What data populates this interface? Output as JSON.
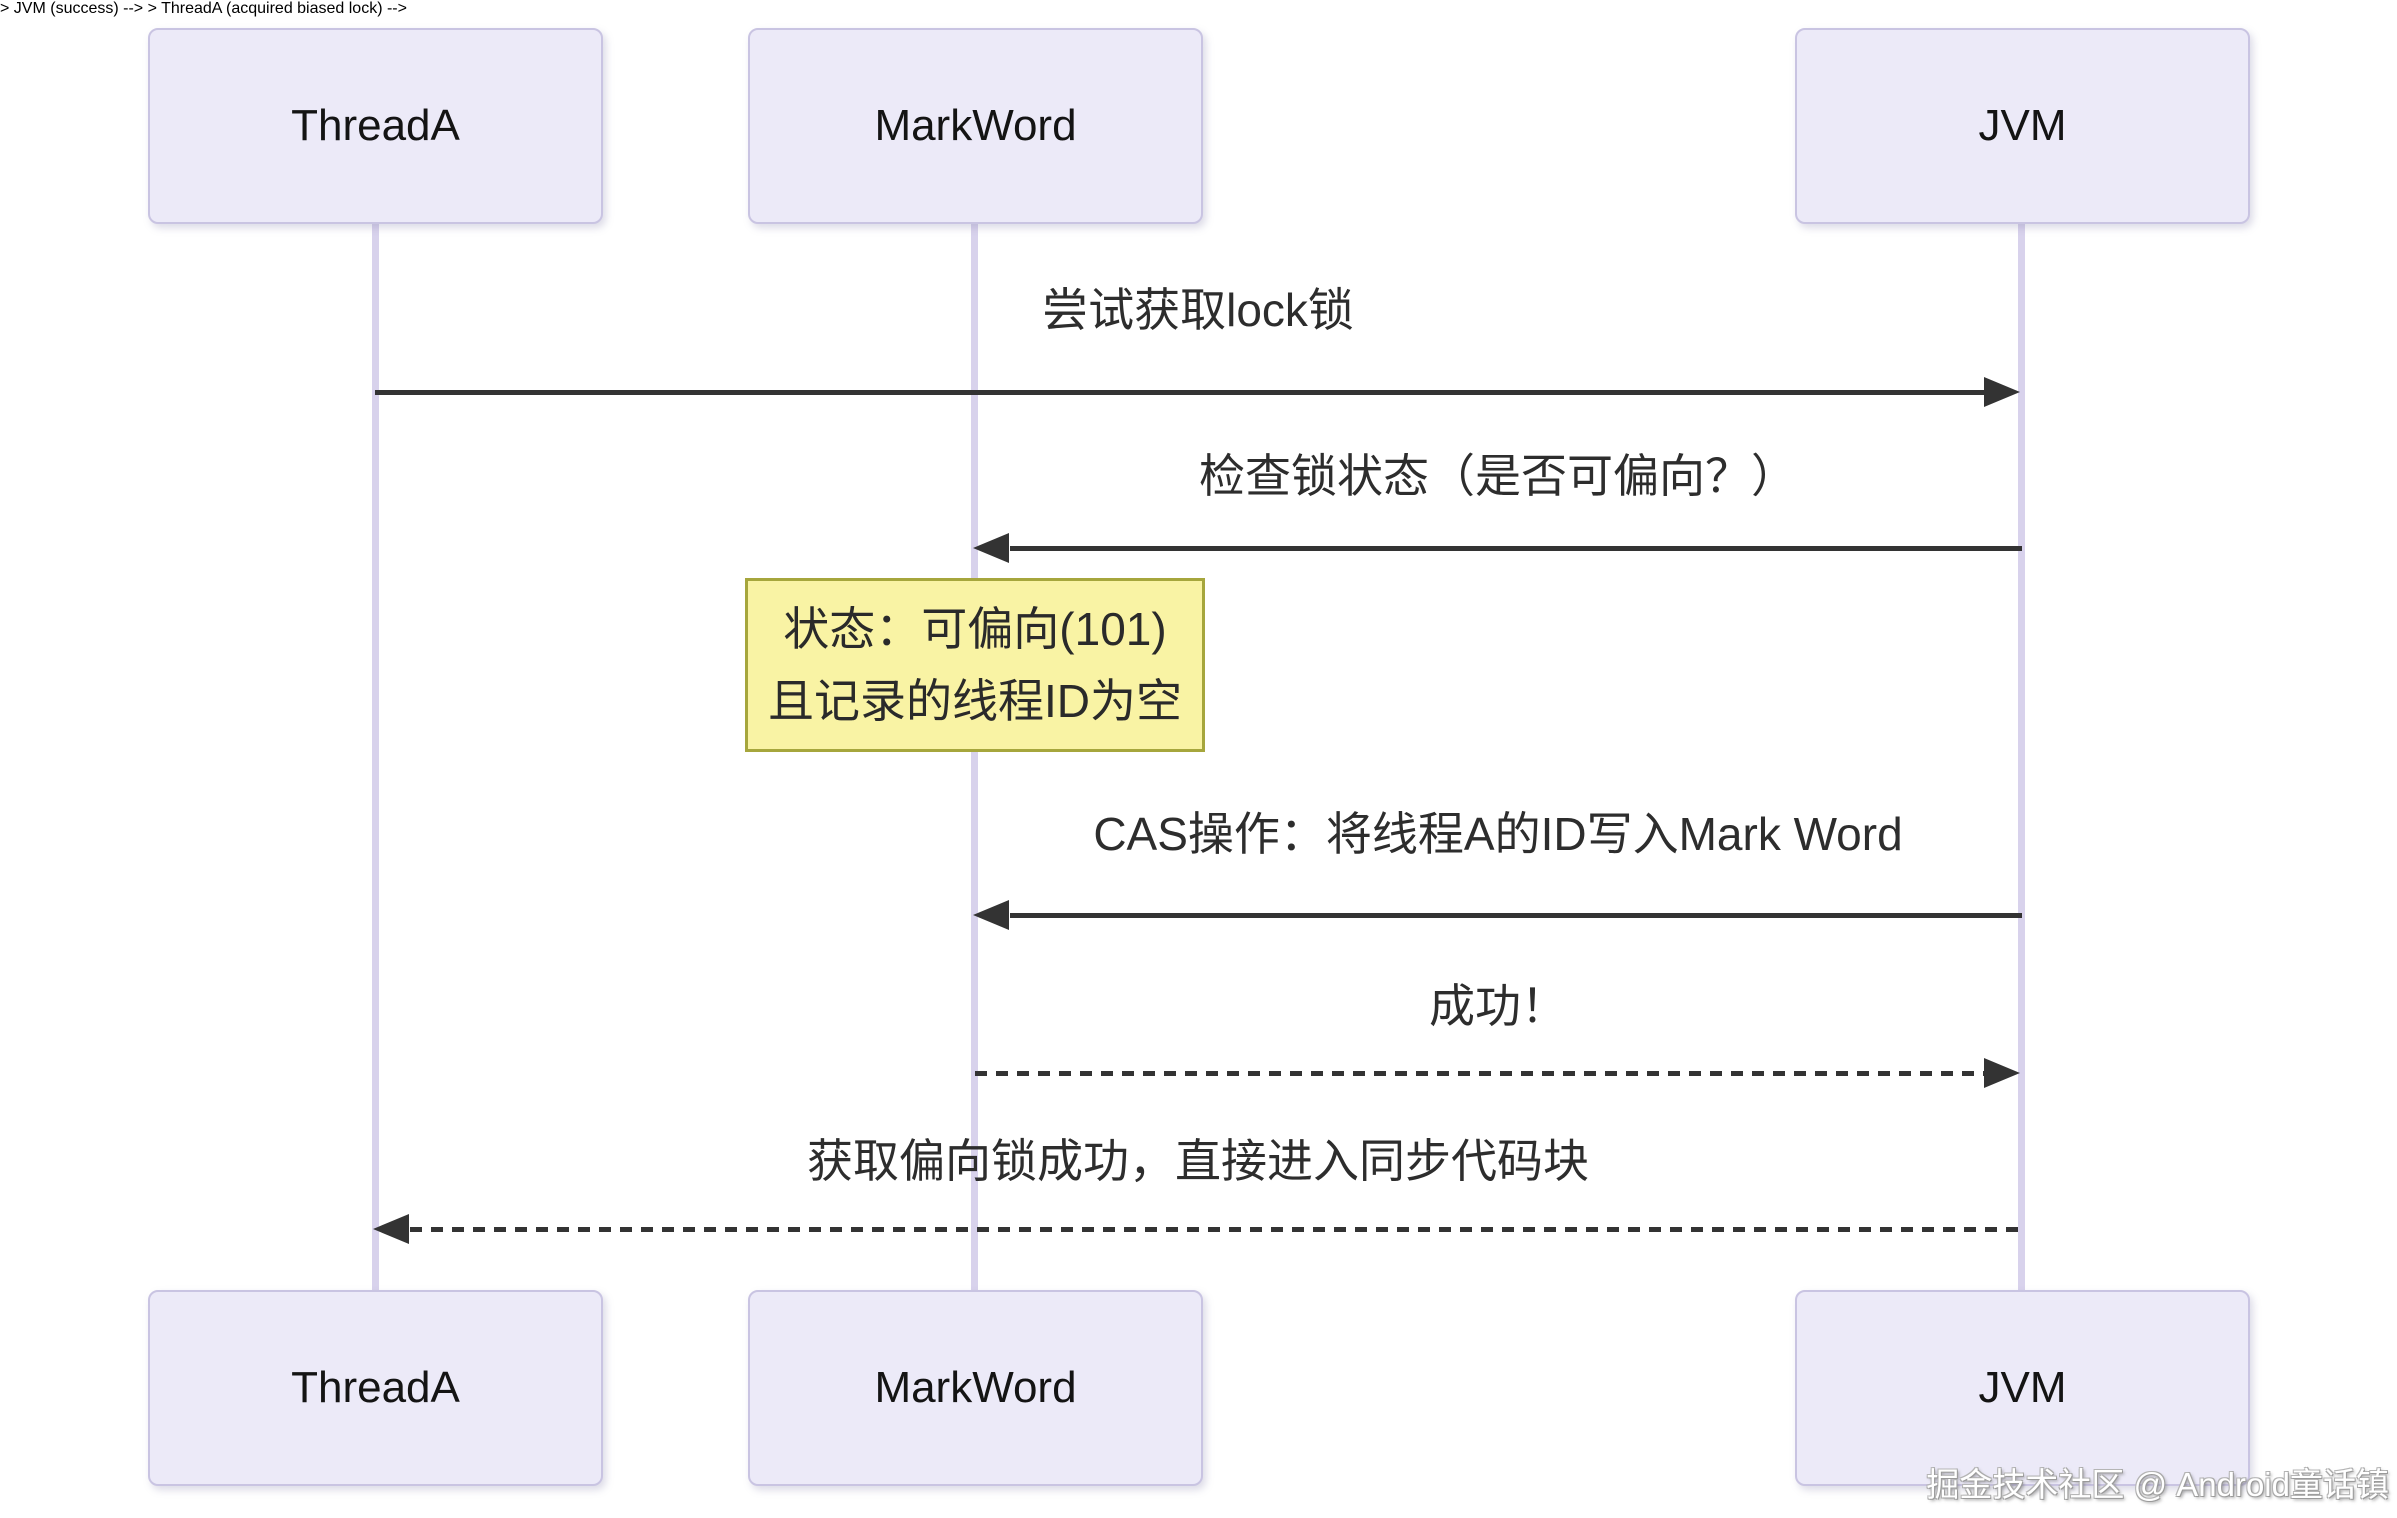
{
  "diagram": {
    "type": "sequence-diagram",
    "actors": [
      {
        "label": "ThreadA"
      },
      {
        "label": "MarkWord"
      },
      {
        "label": "JVM"
      }
    ],
    "messages": [
      {
        "from": "ThreadA",
        "to": "JVM",
        "line": "solid",
        "text": "尝试获取lock锁"
      },
      {
        "from": "JVM",
        "to": "MarkWord",
        "line": "solid",
        "text": "检查锁状态（是否可偏向？）"
      },
      {
        "from": "JVM",
        "to": "MarkWord",
        "line": "solid",
        "text": "CAS操作：将线程A的ID写入Mark Word"
      },
      {
        "from": "MarkWord",
        "to": "JVM",
        "line": "dashed",
        "text": "成功！"
      },
      {
        "from": "JVM",
        "to": "ThreadA",
        "line": "dashed",
        "text": "获取偏向锁成功，直接进入同步代码块"
      }
    ],
    "note": {
      "over": "MarkWord",
      "lines": [
        "状态：可偏向(101)",
        "且记录的线程ID为空"
      ]
    },
    "watermark": "掘金技术社区 @ Android童话镇",
    "colors": {
      "background": "#ffffff",
      "actor_fill": "#eceaf8",
      "actor_border": "#c9c4e2",
      "lifeline": "#d8d2ec",
      "arrow": "#333333",
      "text": "#2d2d2d",
      "note_fill": "#f9f3a4",
      "note_border": "#a6a63c"
    }
  }
}
